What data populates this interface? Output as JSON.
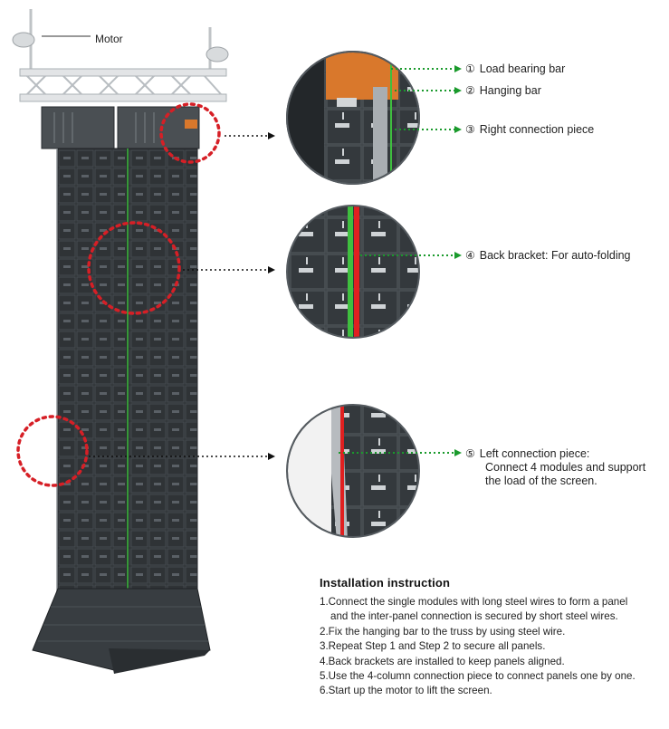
{
  "labels": {
    "motor": "Motor",
    "callouts": [
      {
        "num": "①",
        "text": "Load bearing bar"
      },
      {
        "num": "②",
        "text": "Hanging bar"
      },
      {
        "num": "③",
        "text": "Right connection piece"
      },
      {
        "num": "④",
        "text": "Back bracket:  For auto-folding"
      },
      {
        "num": "⑤",
        "text": "Left connection piece:",
        "cont1": "Connect 4 modules and support",
        "cont2": "the load of the screen."
      }
    ]
  },
  "instructions": {
    "title": "Installation instruction",
    "steps": [
      {
        "text": "1.Connect the single modules with long steel wires to form a panel",
        "cont": "and the  inter-panel connection is secured by short steel wires."
      },
      {
        "text": "2.Fix the hanging bar to the truss by using steel wire."
      },
      {
        "text": "3.Repeat Step 1 and Step 2 to secure all panels."
      },
      {
        "text": "4.Back brackets are installed to keep panels aligned."
      },
      {
        "text": "5.Use the 4-column connection piece to connect panels one by one."
      },
      {
        "text": "6.Start up the motor to lift the screen."
      }
    ]
  },
  "colors": {
    "panel": "#2f3336",
    "panel_grid": "#4a5054",
    "truss": "#e2e4e6",
    "highlight_ring": "#d61f26",
    "leader_green": "#1a9a2c",
    "bracket_orange": "#d9782c",
    "connection_red": "#e02020",
    "connection_green": "#3fbf3f"
  },
  "icons": [
    "motor-icon",
    "truss-icon",
    "led-panel-icon",
    "zoom-circle-icon"
  ]
}
